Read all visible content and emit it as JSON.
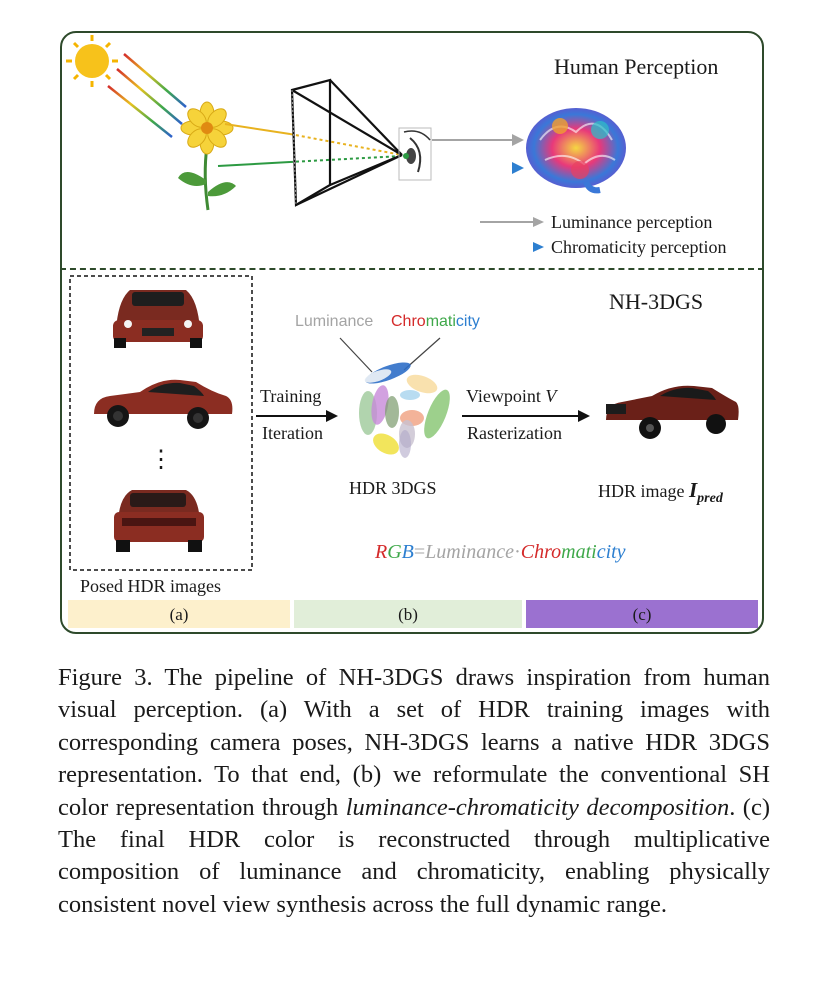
{
  "figure": {
    "top_panel_title": "Human Perception",
    "legend_luminance": "Luminance perception",
    "legend_chromaticity": "Chromaticity perception",
    "bottom_panel_title": "NH-3DGS",
    "posed_images_label": "Posed HDR images",
    "vertical_dots": "⋮",
    "training_label": "Training",
    "iteration_label": "Iteration",
    "luminance_label": "Luminance",
    "chromaticity_label": {
      "c1": "Chro",
      "c2": "mati",
      "c3": "city"
    },
    "hdr3dgs_label": "HDR 3DGS",
    "viewpoint_label": "Viewpoint ",
    "viewpoint_var": "V",
    "rasterization_label": "Rasterization",
    "hdr_image_label": "HDR image ",
    "hdr_image_var": "I",
    "hdr_image_sub": "pred",
    "equation": {
      "r": "R",
      "g": "G",
      "b": "B",
      "eq": "=",
      "lum": "Luminance",
      "dot": "·",
      "c1": "Chro",
      "c2": "mati",
      "c3": "city"
    },
    "stage_labels": [
      "(a)",
      "(b)",
      "(c)"
    ],
    "colors": {
      "border": "#2e4a2b",
      "stage_a": "#fdf0cc",
      "stage_b": "#e1eed9",
      "stage_c": "#9b71d0",
      "red": "#d42a2a",
      "green": "#3fa84a",
      "blue": "#2d7fd0",
      "gray": "#a4a4a4"
    }
  },
  "caption": {
    "part1": "Figure 3.  The pipeline of NH-3DGS draws inspiration from human visual perception.  (a) With a set of HDR training images with corresponding camera poses, NH-3DGS learns a native HDR 3DGS representation.  To that end, (b) we reformulate the conventional SH color representation through ",
    "italic1": "luminance-chromaticity decomposition",
    "part2": ". (c) The final HDR color is reconstructed through multiplicative composition of luminance and chromaticity, enabling physically consistent novel view synthesis across the full dynamic range."
  }
}
